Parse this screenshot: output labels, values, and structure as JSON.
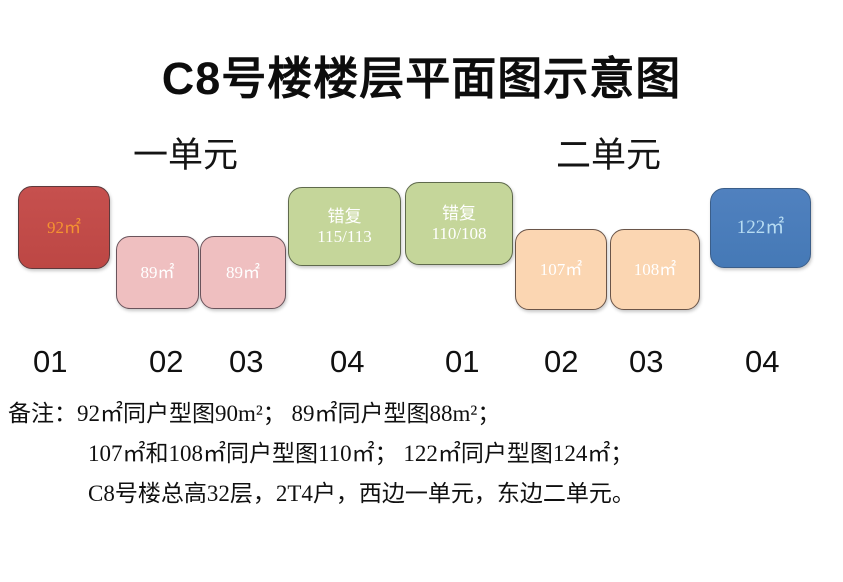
{
  "page": {
    "title": "C8号楼楼层平面图示意图",
    "background_color": "#ffffff"
  },
  "units": [
    {
      "key": "unit_one",
      "label": "一单元"
    },
    {
      "key": "unit_two",
      "label": "二单元"
    }
  ],
  "floorplan": {
    "boxes": [
      {
        "id": "apt-92",
        "line1": "92㎡",
        "line2": "",
        "fill": "#c2504e",
        "text_color": "#f59331",
        "unit": "一单元",
        "number": "01"
      },
      {
        "id": "apt-89-a",
        "line1": "89㎡",
        "line2": "",
        "fill": "#efbfc0",
        "text_color": "#ffffff",
        "unit": "一单元",
        "number": "02"
      },
      {
        "id": "apt-89-b",
        "line1": "89㎡",
        "line2": "",
        "fill": "#efbfc0",
        "text_color": "#ffffff",
        "unit": "一单元",
        "number": "03"
      },
      {
        "id": "apt-115-113",
        "line1": "错复",
        "line2": "115/113",
        "fill": "#c5d69a",
        "text_color": "#ffffff",
        "unit": "一单元",
        "number": "04"
      },
      {
        "id": "apt-110-108",
        "line1": "错复",
        "line2": "110/108",
        "fill": "#c5d69a",
        "text_color": "#ffffff",
        "unit": "二单元",
        "number": "01"
      },
      {
        "id": "apt-107",
        "line1": "107㎡",
        "line2": "",
        "fill": "#fbd6b2",
        "text_color": "#ffffff",
        "unit": "二单元",
        "number": "02"
      },
      {
        "id": "apt-108",
        "line1": "108㎡",
        "line2": "",
        "fill": "#fbd6b2",
        "text_color": "#ffffff",
        "unit": "二单元",
        "number": "03"
      },
      {
        "id": "apt-122",
        "line1": "122㎡",
        "line2": "",
        "fill": "#4a7ebb",
        "text_color": "#b7dcf2",
        "unit": "二单元",
        "number": "04"
      }
    ],
    "numbers": [
      "01",
      "02",
      "03",
      "04",
      "01",
      "02",
      "03",
      "04"
    ]
  },
  "notes": {
    "line1": "备注：92㎡同户型图90m²；  89㎡同户型图88m²；",
    "line2": "107㎡和108㎡同户型图110㎡；  122㎡同户型图124㎡；",
    "line3": "C8号楼总高32层，2T4户，西边一单元，东边二单元。"
  }
}
